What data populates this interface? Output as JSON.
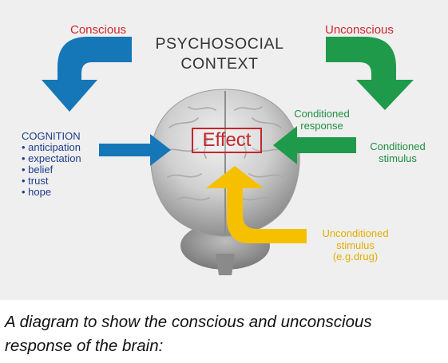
{
  "diagram": {
    "title_line1": "PSYCHOSOCIAL",
    "title_line2": "CONTEXT",
    "conscious": "Conscious",
    "unconscious": "Unconscious",
    "cognition_heading": "COGNITION",
    "cognition_items": [
      "• anticipation",
      "• expectation",
      "• belief",
      "• trust",
      "• hope"
    ],
    "conditioned_response": [
      "Conditioned",
      "response"
    ],
    "conditioned_stimulus": [
      "Conditioned",
      "stimulus"
    ],
    "unconditioned_stimulus": [
      "Unconditioned",
      "stimulus",
      "(e.g.drug)"
    ],
    "effect": "Effect",
    "colors": {
      "conscious": "#d2262c",
      "unconscious_green": "#1f9a4a",
      "cognition_blue": "#1577b8",
      "unconditioned_yellow": "#f6c000",
      "effect_red": "#c1272d"
    }
  },
  "caption": {
    "line1": "A diagram to show the conscious and unconscious",
    "line2": "response of the brain:"
  }
}
